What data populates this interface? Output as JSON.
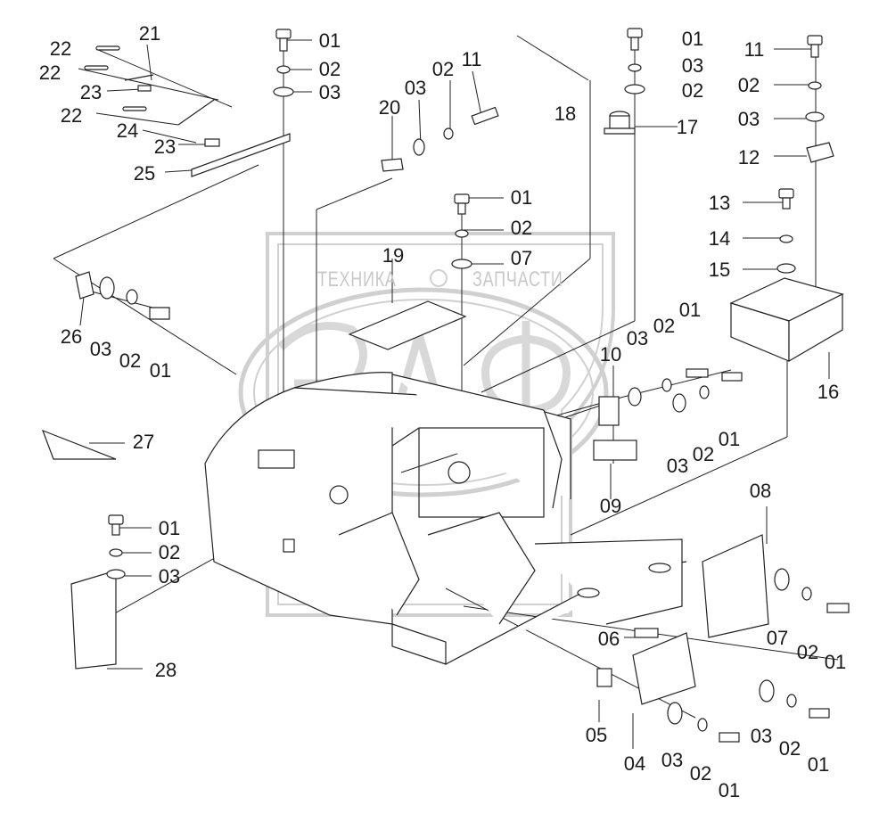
{
  "watermark": {
    "text_left": "ТЕХНИКА",
    "text_right": "ЗАПЧАСТИ",
    "logo_letters": "ЭЛФ",
    "color": "#c8c8c8",
    "logo_icon": "gear-icon"
  },
  "callouts": [
    "01",
    "02",
    "03",
    "21",
    "22",
    "22",
    "23",
    "22",
    "24",
    "23",
    "25",
    "20",
    "03",
    "02",
    "11",
    "18",
    "01",
    "03",
    "02",
    "17",
    "11",
    "02",
    "03",
    "12",
    "13",
    "14",
    "15",
    "01",
    "02",
    "07",
    "19",
    "26",
    "03",
    "02",
    "01",
    "03",
    "02",
    "01",
    "10",
    "03",
    "02",
    "01",
    "16",
    "27",
    "09",
    "08",
    "01",
    "02",
    "03",
    "28",
    "06",
    "07",
    "02",
    "01",
    "05",
    "04",
    "03",
    "02",
    "01",
    "03",
    "02",
    "01"
  ],
  "line_color": "#222222"
}
